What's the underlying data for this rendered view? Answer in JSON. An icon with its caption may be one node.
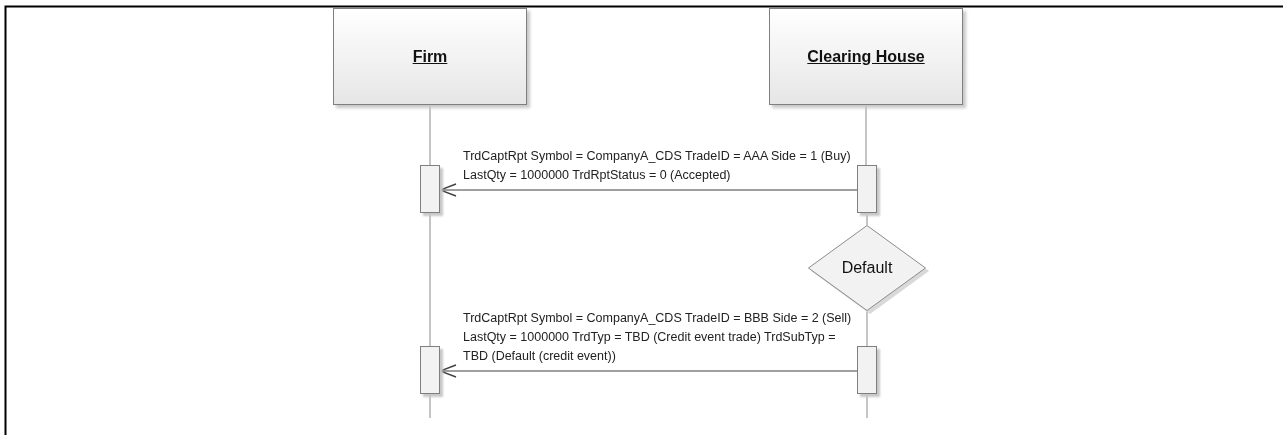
{
  "diagram": {
    "nodes": [
      {
        "text": [
          "Firm"
        ]
      },
      {
        "text": [
          "Clearing House"
        ]
      },
      {
        "text": [],
        "shape": "bar"
      },
      {
        "text": [],
        "shape": "bar"
      },
      {
        "text": [
          "Default"
        ]
      },
      {
        "text": [],
        "shape": "bar"
      },
      {
        "text": [],
        "shape": "bar"
      }
    ],
    "edges": [
      {
        "from": 0,
        "to": 2,
        "arrow": "none"
      },
      {
        "from": 2,
        "to": 5,
        "arrow": "none"
      },
      {
        "from": 5,
        "to": null,
        "arrow": "none"
      },
      {
        "from": 1,
        "to": 3,
        "arrow": "none"
      },
      {
        "from": 3,
        "to": 4,
        "arrow": "none"
      },
      {
        "from": 4,
        "to": 6,
        "arrow": "none"
      },
      {
        "from": 6,
        "to": null,
        "arrow": "none"
      },
      {
        "from": 3,
        "to": 2,
        "arrow": "to",
        "color": "#404040",
        "label": "TrdCaptRpt Symbol = CompanyA_CDS TradeID = AAA  Side = 1 (Buy) LastQty = 1000000 TrdRptStatus = 0 (Accepted)"
      },
      {
        "from": 6,
        "to": 5,
        "arrow": "to",
        "color": "#404040",
        "label": "TrdCaptRpt Symbol = CompanyA_CDS  TradeID = BBB Side = 2 (Sell) LastQty = 1000000 TrdTyp = TBD (Credit event trade) TrdSubTyp = TBD (Default (credit event))"
      }
    ]
  }
}
